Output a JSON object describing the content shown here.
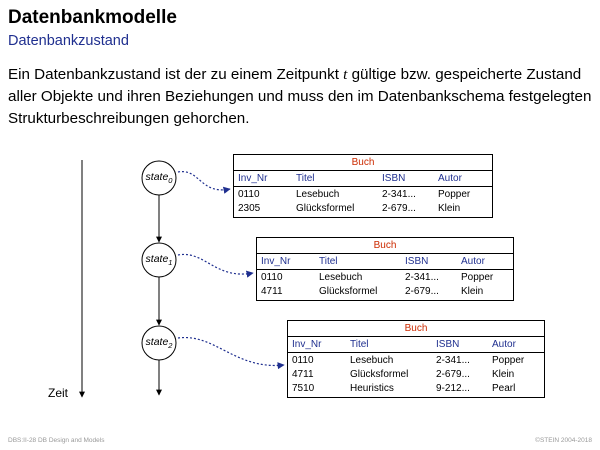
{
  "slide": {
    "title": "Datenbankmodelle",
    "subtitle": "Datenbankzustand",
    "paragraph_before": "Ein Datenbankzustand ist der zu einem Zeitpunkt ",
    "paragraph_var": "t",
    "paragraph_after": " gültige bzw. gespeicherte Zustand aller Objekte und ihren Beziehungen und muss den im Datenbankschema festgelegten Strukturbeschreibungen gehorchen."
  },
  "diagram": {
    "time_label": "Zeit",
    "states": [
      {
        "name": "state",
        "index": "0"
      },
      {
        "name": "state",
        "index": "1"
      },
      {
        "name": "state",
        "index": "2"
      }
    ],
    "tables": [
      {
        "caption": "Buch",
        "columns": [
          "Inv_Nr",
          "Titel",
          "ISBN",
          "Autor"
        ],
        "rows": [
          [
            "0110",
            "Lesebuch",
            "2-341...",
            "Popper"
          ],
          [
            "2305",
            "Glücksformel",
            "2-679...",
            "Klein"
          ]
        ]
      },
      {
        "caption": "Buch",
        "columns": [
          "Inv_Nr",
          "Titel",
          "ISBN",
          "Autor"
        ],
        "rows": [
          [
            "0110",
            "Lesebuch",
            "2-341...",
            "Popper"
          ],
          [
            "4711",
            "Glücksformel",
            "2-679...",
            "Klein"
          ]
        ]
      },
      {
        "caption": "Buch",
        "columns": [
          "Inv_Nr",
          "Titel",
          "ISBN",
          "Autor"
        ],
        "rows": [
          [
            "0110",
            "Lesebuch",
            "2-341...",
            "Popper"
          ],
          [
            "4711",
            "Glücksformel",
            "2-679...",
            "Klein"
          ],
          [
            "7510",
            "Heuristics",
            "9-212...",
            "Pearl"
          ]
        ]
      }
    ]
  },
  "footer": {
    "left": "DBS:II-28   DB Design and Models",
    "right": "©STEIN 2004-2018"
  }
}
